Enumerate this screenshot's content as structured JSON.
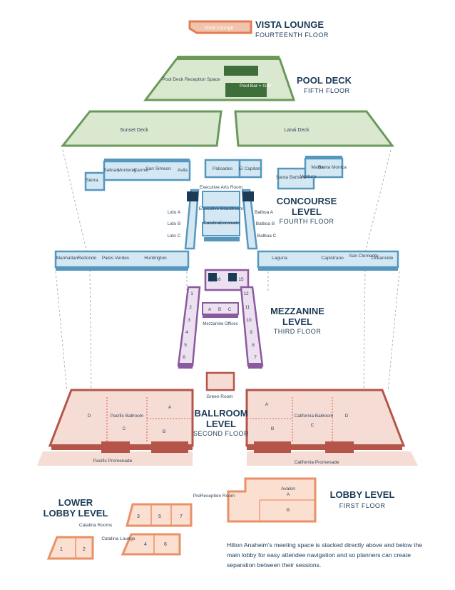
{
  "levels": {
    "vista": {
      "title": "VISTA LOUNGE",
      "subtitle": "FOURTEENTH FLOOR"
    },
    "pool": {
      "title": "POOL DECK",
      "subtitle": "FIFTH FLOOR"
    },
    "concourse": {
      "title": "CONCOURSE LEVEL",
      "subtitle": "FOURTH FLOOR"
    },
    "mezzanine": {
      "title": "MEZZANINE LEVEL",
      "subtitle": "THIRD FLOOR"
    },
    "ballroom": {
      "title": "BALLROOM LEVEL",
      "subtitle": "SECOND FLOOR"
    },
    "lobby": {
      "title": "LOBBY LEVEL",
      "subtitle": "FIRST FLOOR"
    },
    "lower": {
      "title": "LOWER LOBBY LEVEL"
    }
  },
  "rooms": {
    "vista_lounge": "Vista Lounge",
    "pool_reception": "Pool Deck Reception Space",
    "pool_bar": "Pool Bar + Grill",
    "sunset_deck": "Sunset Deck",
    "lanai_deck": "Lanai Deck",
    "concourse_north": [
      "Sierra",
      "Salinas",
      "Monterey",
      "Carmel",
      "San Simeon",
      "Avila",
      "Palisades",
      "El Capitan",
      "Santa Barbara",
      "Ventura",
      "Malibu",
      "Santa Monica"
    ],
    "concourse_center": [
      "Executive Arts Room",
      "Executive Boardroom",
      "Catalina",
      "Coronado"
    ],
    "concourse_lido": [
      "Lido A",
      "Lido B",
      "Lido C"
    ],
    "concourse_balboa": [
      "Balboa A",
      "Balboa B",
      "Balboa C"
    ],
    "concourse_west": [
      "Manhattan",
      "Redondo",
      "Palos Verdes",
      "Huntington"
    ],
    "concourse_east": [
      "Laguna",
      "Capistrano",
      "San Clemente",
      "Oceanside"
    ],
    "mezz_top": [
      "16",
      "15"
    ],
    "mezz_left": [
      "1",
      "2",
      "3",
      "4",
      "5",
      "6"
    ],
    "mezz_right": [
      "12",
      "11",
      "10",
      "9",
      "8",
      "7"
    ],
    "mezz_center": [
      "A",
      "B",
      "C"
    ],
    "mezz_offices": "Mezzanine Offices",
    "green_room": "Green Room",
    "pacific_ballroom": "Pacific Ballroom",
    "pacific_sections": [
      "A",
      "B",
      "C",
      "D"
    ],
    "california_ballroom": "California Ballroom",
    "california_sections": [
      "A",
      "B",
      "C",
      "D"
    ],
    "pacific_promenade": "Pacific Promenade",
    "california_promenade": "California Promenade",
    "prereception": "PreReception Room",
    "avalon": "Avalon",
    "avalon_sections": [
      "A",
      "B"
    ],
    "catalina_rooms": "Catalina Rooms",
    "catalina_lounge": "Catalina Lounge",
    "lower_rooms": [
      "1",
      "2",
      "3",
      "4",
      "5",
      "6",
      "7"
    ]
  },
  "colors": {
    "navy": "#1c3b57",
    "green": "#6a9a5b",
    "green_light": "#dbe8d0",
    "blue": "#5597be",
    "blue_light": "#d4e8f3",
    "purple": "#8a5a9e",
    "purple_light": "#ece0f1",
    "red": "#b55549",
    "red_light": "#f5ddd6",
    "orange": "#ea9067",
    "orange_light": "#fbe0d2"
  },
  "note": "Hilton Anaheim’s meeting space is stacked directly above and below the main lobby for easy attendee navigation and so planners can create separation between their sessions."
}
